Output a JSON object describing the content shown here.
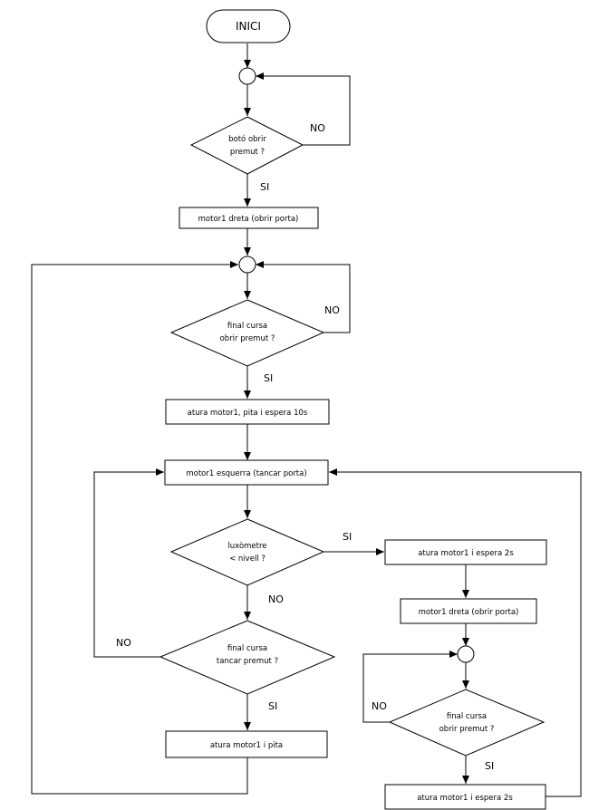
{
  "start": {
    "label": "INICI"
  },
  "steps": {
    "motor_right_1": "motor1 dreta (obrir porta)",
    "stop_beep_wait": "atura motor1, pita i espera 10s",
    "motor_left": "motor1 esquerra (tancar porta)",
    "stop_beep": "atura motor1 i pita",
    "stop_wait_a": "atura motor1 i espera 2s",
    "motor_right_2": "motor1 dreta (obrir porta)",
    "stop_wait_b": "atura motor1 i espera 2s"
  },
  "decisions": {
    "button": {
      "line1": "botó obrir",
      "line2": "premut ?"
    },
    "end_open_1": {
      "line1": "final cursa",
      "line2": "obrir premut ?"
    },
    "lux": {
      "line1": "luxòmetre",
      "line2": "< nivell ?"
    },
    "end_close": {
      "line1": "final cursa",
      "line2": "tancar premut ?"
    },
    "end_open_2": {
      "line1": "final cursa",
      "line2": "obrir premut ?"
    }
  },
  "edge_labels": {
    "yes": "SI",
    "no": "NO"
  }
}
